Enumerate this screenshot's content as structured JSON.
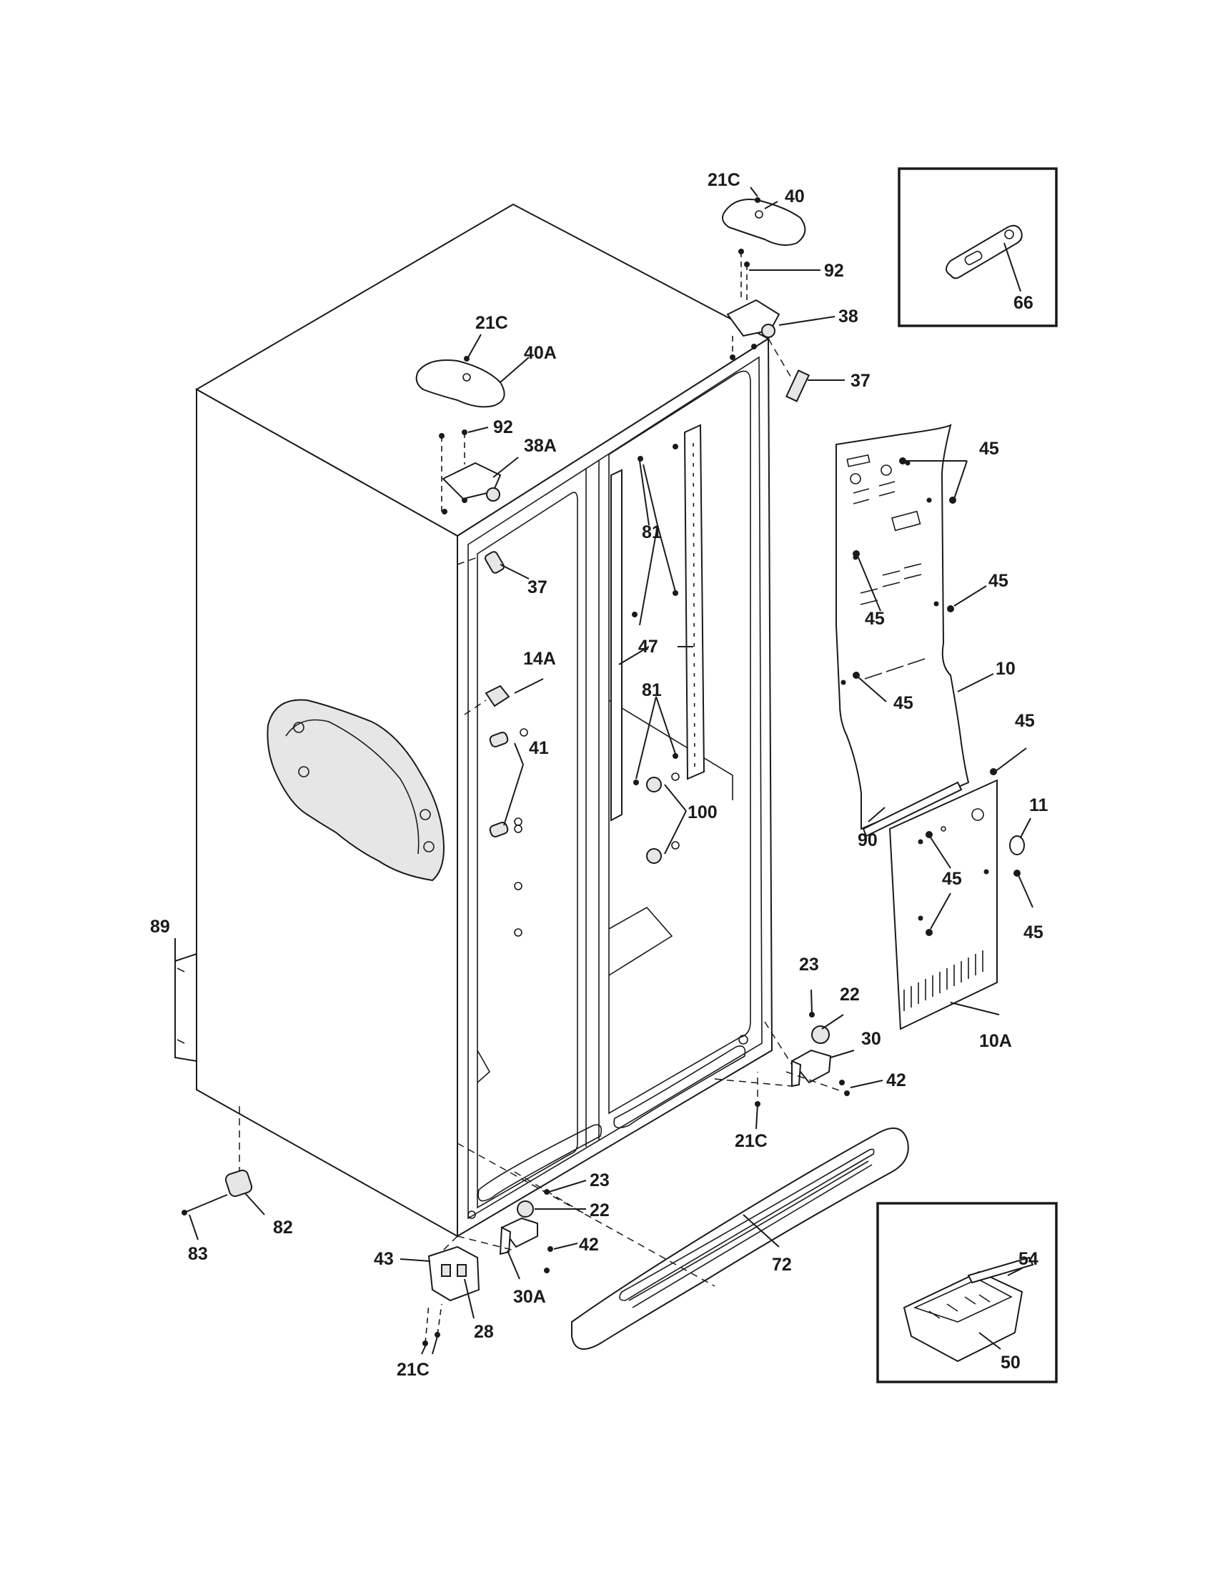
{
  "labels": {
    "l21c_top_right": "21C",
    "l40": "40",
    "l92_right": "92",
    "l38": "38",
    "l37_top": "37",
    "l21c_top_left": "21C",
    "l40a": "40A",
    "l92_left": "92",
    "l38a": "38A",
    "l37_inner": "37",
    "l81_top": "81",
    "l47": "47",
    "l81_bottom": "81",
    "l14a": "14A",
    "l41": "41",
    "l100": "100",
    "l45_a": "45",
    "l45_b": "45",
    "l45_c": "45",
    "l45_d": "45",
    "l10": "10",
    "l45_e": "45",
    "l90": "90",
    "l11": "11",
    "l45_f": "45",
    "l45_g": "45",
    "l10a": "10A",
    "l23_right": "23",
    "l22_right": "22",
    "l30": "30",
    "l42_right": "42",
    "l21c_mid": "21C",
    "l89": "89",
    "l82": "82",
    "l83": "83",
    "l23_left": "23",
    "l22_left": "22",
    "l42_left": "42",
    "l30a": "30A",
    "l72": "72",
    "l43": "43",
    "l28": "28",
    "l21c_bottom": "21C",
    "l66": "66",
    "l54": "54",
    "l50": "50"
  }
}
